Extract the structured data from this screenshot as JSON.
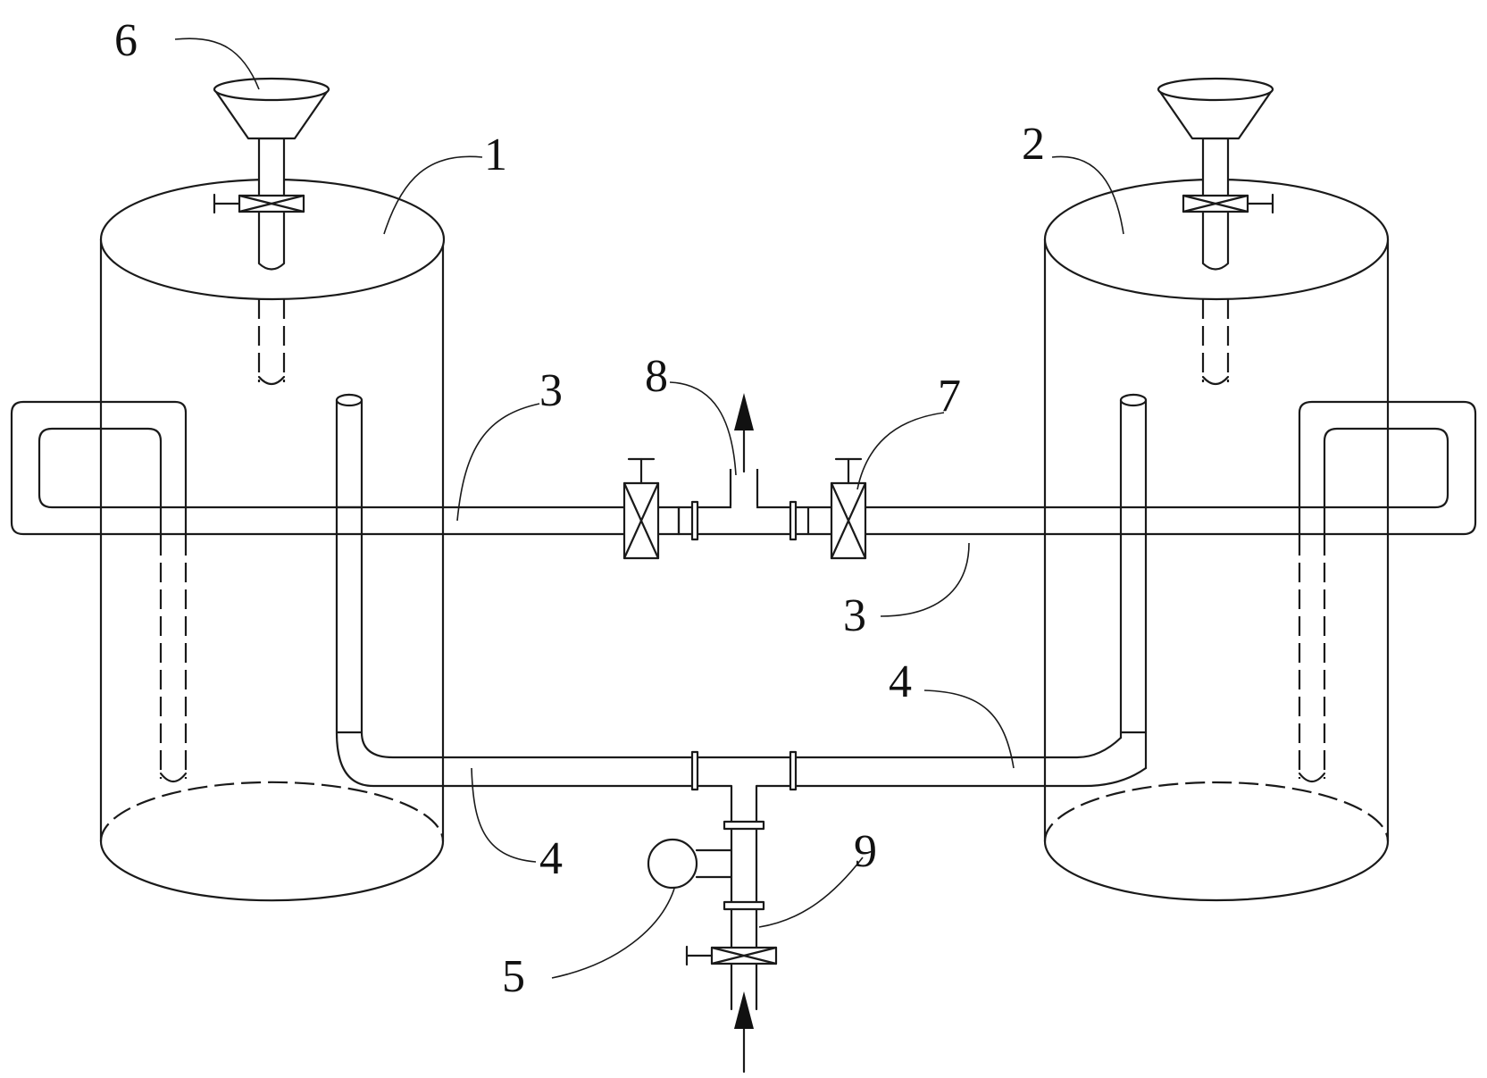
{
  "labels": {
    "l1": "1",
    "l2": "2",
    "l3a": "3",
    "l3b": "3",
    "l4a": "4",
    "l4b": "4",
    "l5": "5",
    "l6": "6",
    "l7": "7",
    "l8": "8",
    "l9": "9"
  }
}
